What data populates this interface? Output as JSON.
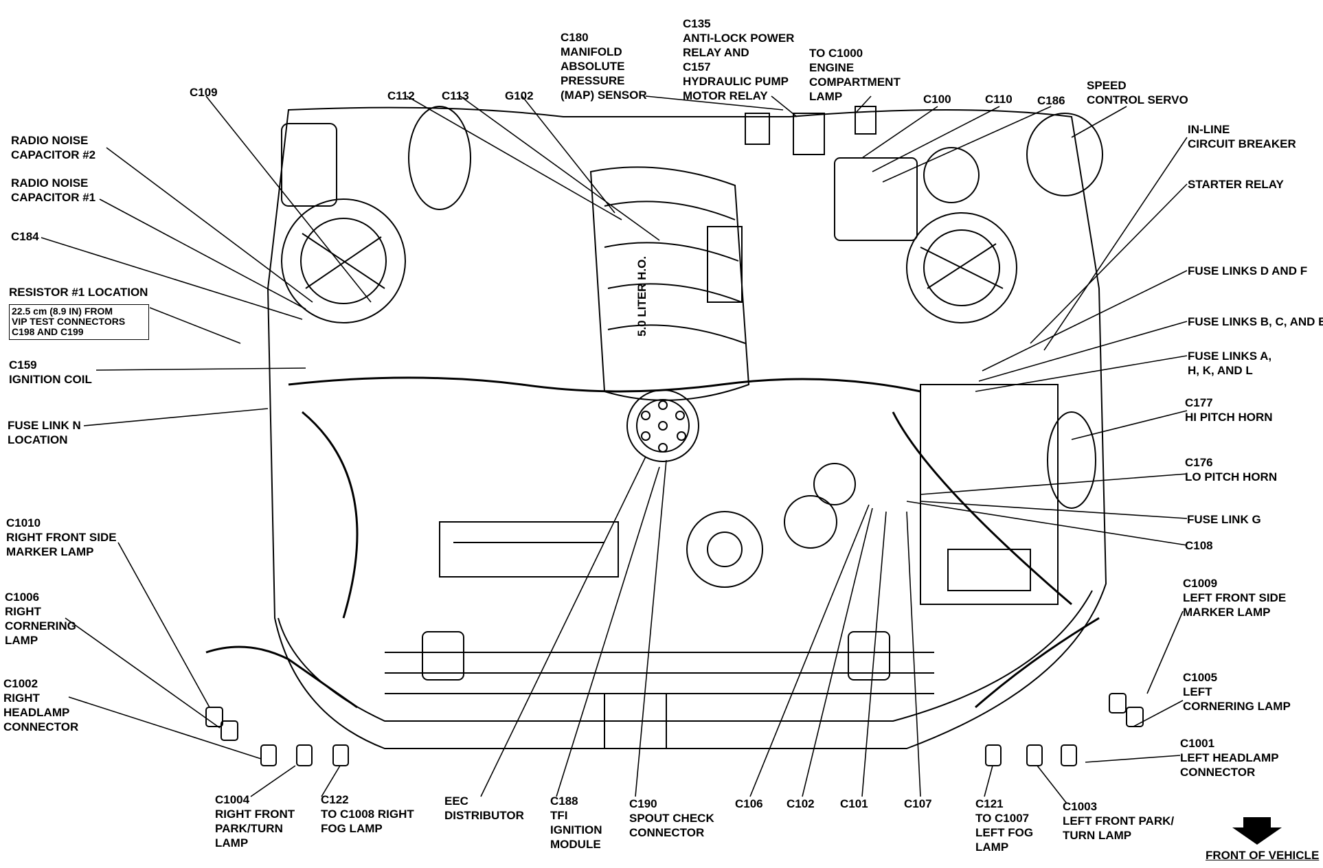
{
  "labels": {
    "c109": [
      "C109"
    ],
    "c112": [
      "C112"
    ],
    "c113": [
      "C113"
    ],
    "g102": [
      "G102"
    ],
    "c180": [
      "C180",
      "MANIFOLD",
      "ABSOLUTE",
      "PRESSURE",
      "(MAP) SENSOR"
    ],
    "c135": [
      "C135",
      "ANTI-LOCK POWER",
      "RELAY AND",
      "C157",
      "HYDRAULIC PUMP",
      "MOTOR RELAY"
    ],
    "c1000": [
      "TO C1000",
      "ENGINE",
      "COMPARTMENT",
      "LAMP"
    ],
    "c100": [
      "C100"
    ],
    "c110": [
      "C110"
    ],
    "c186": [
      "C186"
    ],
    "speed_servo": [
      "SPEED",
      "CONTROL SERVO"
    ],
    "radio2": [
      "RADIO NOISE",
      "CAPACITOR #2"
    ],
    "radio1": [
      "RADIO NOISE",
      "CAPACITOR #1"
    ],
    "c184": [
      "C184"
    ],
    "resistor": [
      "RESISTOR #1 LOCATION"
    ],
    "c159": [
      "C159",
      "IGNITION COIL"
    ],
    "fuse_n": [
      "FUSE LINK N",
      "LOCATION"
    ],
    "c1010": [
      "C1010",
      "RIGHT FRONT SIDE",
      "MARKER LAMP"
    ],
    "c1006": [
      "C1006",
      "RIGHT",
      "CORNERING",
      "LAMP"
    ],
    "c1002": [
      "C1002",
      "RIGHT",
      "HEADLAMP",
      "CONNECTOR"
    ],
    "c1004": [
      "C1004",
      "RIGHT FRONT",
      "PARK/TURN",
      "LAMP"
    ],
    "c122": [
      "C122",
      "TO C1008 RIGHT",
      "FOG LAMP"
    ],
    "eec": [
      "EEC",
      "DISTRIBUTOR"
    ],
    "c188": [
      "C188",
      "TFI",
      "IGNITION",
      "MODULE"
    ],
    "c190": [
      "C190",
      "SPOUT CHECK",
      "CONNECTOR"
    ],
    "c106": [
      "C106"
    ],
    "c102": [
      "C102"
    ],
    "c101": [
      "C101"
    ],
    "c107": [
      "C107"
    ],
    "c121": [
      "C121",
      "TO C1007",
      "LEFT FOG",
      "LAMP"
    ],
    "c1003": [
      "C1003",
      "LEFT FRONT PARK/",
      "TURN LAMP"
    ],
    "inline_cb": [
      "IN-LINE",
      "CIRCUIT BREAKER"
    ],
    "starter": [
      "STARTER RELAY"
    ],
    "fuse_df": [
      "FUSE LINKS D AND F"
    ],
    "fuse_bce": [
      "FUSE LINKS B, C, AND E"
    ],
    "fuse_ahkl": [
      "FUSE LINKS A,",
      "H, K, AND L"
    ],
    "c177": [
      "C177",
      "HI PITCH HORN"
    ],
    "c176": [
      "C176",
      "LO PITCH HORN"
    ],
    "fuse_g": [
      "FUSE LINK G"
    ],
    "c108": [
      "C108"
    ],
    "c1009": [
      "C1009",
      "LEFT FRONT SIDE",
      "MARKER LAMP"
    ],
    "c1005": [
      "C1005",
      "LEFT",
      "CORNERING LAMP"
    ],
    "c1001": [
      "C1001",
      "LEFT HEADLAMP",
      "CONNECTOR"
    ]
  },
  "vip_box": [
    "22.5 cm (8.9 IN) FROM",
    "VIP TEST CONNECTORS",
    "C198 AND C199"
  ],
  "front_of_vehicle": "FRONT OF VEHICLE",
  "engine_text": "5.0 LITER H.O.",
  "colors": {
    "ink": "#000000",
    "paper": "#ffffff"
  }
}
